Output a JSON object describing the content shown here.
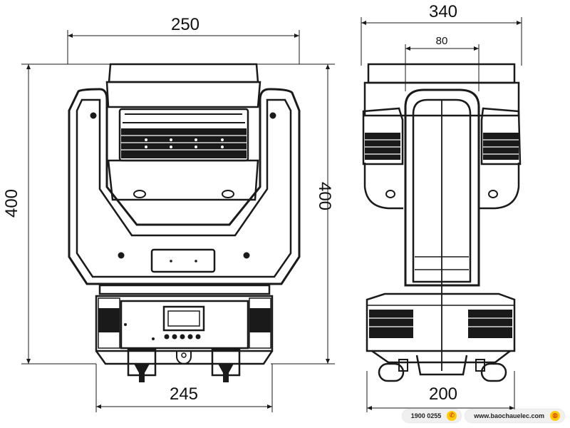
{
  "dimensions": {
    "front_width": "250",
    "front_base_width": "245",
    "front_height_left": "400",
    "front_height_right": "400",
    "side_width": "340",
    "side_arm_width": "80",
    "side_base_width": "200"
  },
  "footer": {
    "hotline": "1900 0255",
    "website": "www.baochauelec.com",
    "phone_icon": "phone-icon",
    "globe_icon": "globe-icon"
  },
  "colors": {
    "line": "#1a1a1a",
    "accent": "#ffcc00",
    "accent_icon": "#d01010"
  }
}
